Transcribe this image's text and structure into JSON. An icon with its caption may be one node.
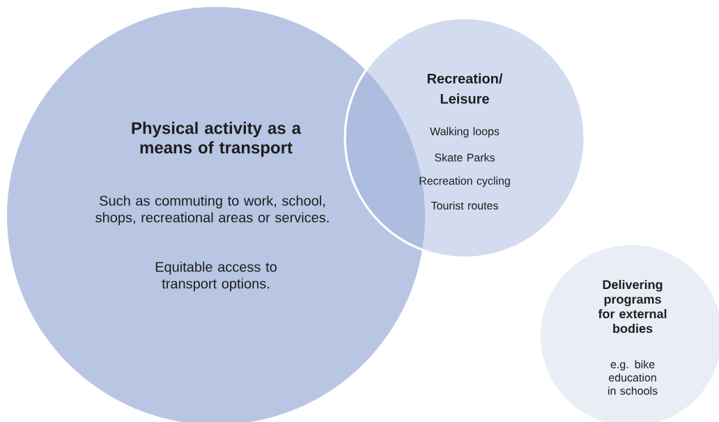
{
  "diagram": {
    "nodes": [
      {
        "text": [
          "Physical activity as a means of transport",
          "Such as commuting to work, school, shops, recreational areas or services.",
          "Equitable access to transport options."
        ]
      },
      {
        "text": [
          "Recreation/ Leisure",
          "Walking loops",
          "Skate Parks",
          "Recreation cycling",
          "Tourist routes"
        ]
      },
      {
        "text": [
          "Delivering programs for external bodies",
          "e.g. bike education in schools"
        ]
      }
    ]
  }
}
